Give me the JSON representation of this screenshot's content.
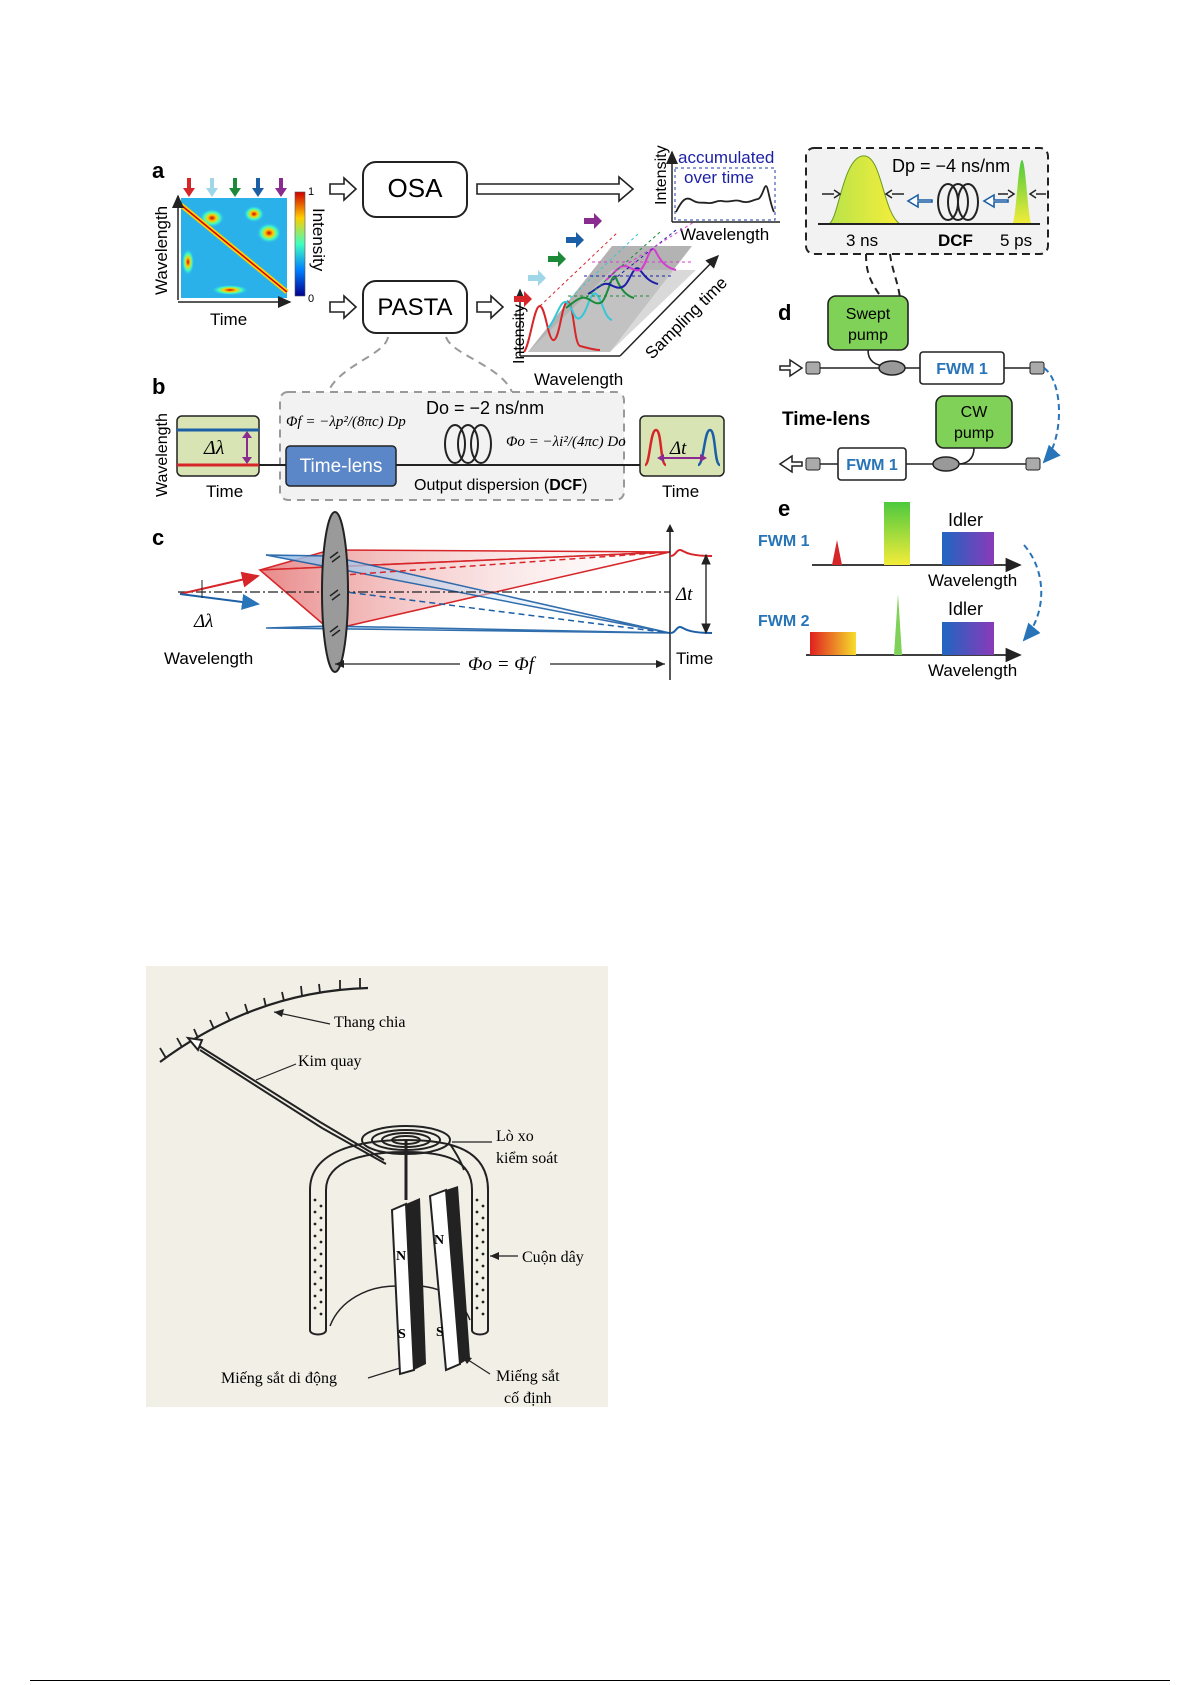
{
  "top_figure": {
    "panel_a": {
      "label": "a",
      "y_axis": "Wavelength",
      "x_axis": "Time",
      "colorbar_title": "Intensity",
      "colorbar_max": "1",
      "colorbar_min": "0",
      "osa_box": "OSA",
      "pasta_box": "PASTA",
      "spectrum_y_axis": "Intensity",
      "spectrum_x_axis": "Wavelength",
      "accumulated_line1": "accumulated",
      "accumulated_line2": "over time",
      "waterfall_y_axis": "Intensity",
      "waterfall_x_axis": "Wavelength",
      "waterfall_z_axis": "Sampling time",
      "arrow_colors": [
        "#d7262a",
        "#9fd6e8",
        "#1d8a3a",
        "#1b5fa6",
        "#8a2c8f"
      ]
    },
    "panel_b": {
      "label": "b",
      "y_axis": "Wavelength",
      "x_axis_left": "Time",
      "delta_lambda": "Δλ",
      "phi_f_formula": "Φf = −λp²/(8πc) Dp",
      "d_o": "Do = −2 ns/nm",
      "phi_o_formula": "Φo = −λi²/(4πc) Do",
      "time_lens": "Time-lens",
      "output_dispersion": "Output dispersion",
      "dcf_bold": "DCF",
      "delta_t": "Δt",
      "x_axis_right": "Time"
    },
    "panel_c": {
      "label": "c",
      "delta_lambda": "Δλ",
      "wavelength": "Wavelength",
      "delta_t": "Δt",
      "time": "Time",
      "equation": "Φo = Φf"
    },
    "inset_pump": {
      "dp": "Dp = −4 ns/nm",
      "left_width": "3 ns",
      "dcf": "DCF",
      "right_width": "5 ps"
    },
    "panel_d": {
      "label": "d",
      "swept_pump_1": "Swept",
      "swept_pump_2": "pump",
      "fwm1_top": "FWM 1",
      "time_lens": "Time-lens",
      "cw_pump_1": "CW",
      "cw_pump_2": "pump",
      "fwm1_bottom": "FWM 1"
    },
    "panel_e": {
      "label": "e",
      "fwm1": "FWM 1",
      "idler_top": "Idler",
      "wavelength_top": "Wavelength",
      "fwm2": "FWM 2",
      "idler_bottom": "Idler",
      "wavelength_bottom": "Wavelength"
    }
  },
  "bottom_figure": {
    "labels": {
      "scale": "Thang chia",
      "needle": "Kim quay",
      "spring_1": "Lò xo",
      "spring_2": "kiểm soát",
      "coil": "Cuộn dây",
      "moving_iron": "Miếng sắt di động",
      "fixed_iron_1": "Miếng sắt",
      "fixed_iron_2": "cố định",
      "pole_n": "N",
      "pole_s": "S"
    }
  }
}
